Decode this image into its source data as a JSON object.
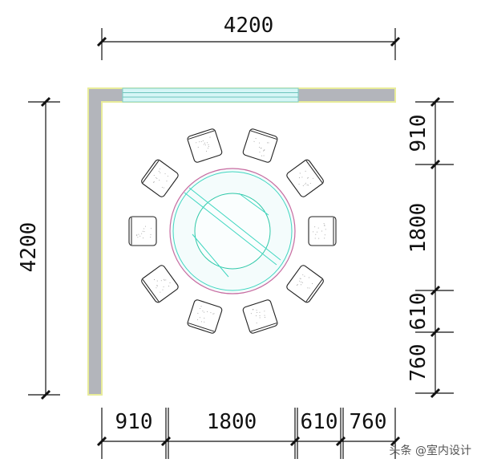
{
  "dimensions": {
    "top_total": "4200",
    "left_total": "4200",
    "right_segments": [
      "910",
      "1800",
      "610",
      "760"
    ],
    "bottom_segments": [
      "910",
      "1800",
      "610",
      "760"
    ]
  },
  "table": {
    "chair_count": 10
  },
  "watermark": "头条 @室内设计",
  "colors": {
    "wall": "#b3b5bb",
    "wall_outline": "#e8ec9a",
    "window": "#d6f6f6",
    "table_outer": "#c86aa0",
    "table_cyan": "#3fd6c0",
    "line": "#111111"
  }
}
